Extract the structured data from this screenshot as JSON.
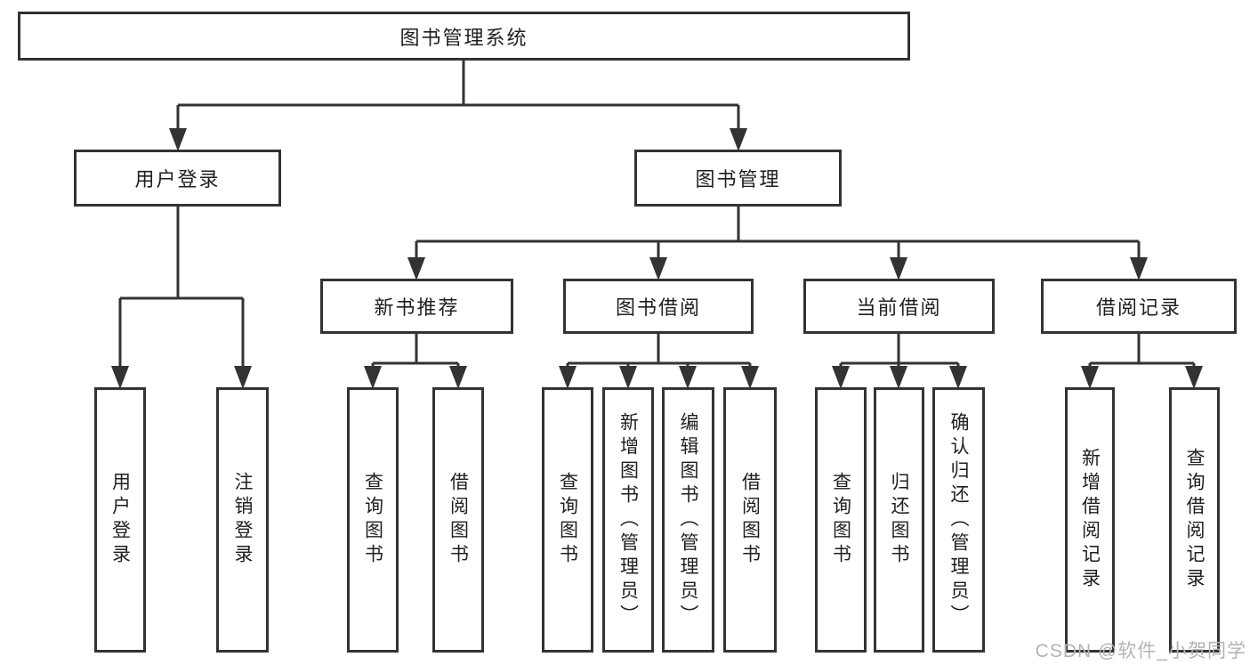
{
  "diagram": {
    "title": "图书管理系统",
    "level2": [
      "用户登录",
      "图书管理"
    ],
    "level3": [
      "新书推荐",
      "图书借阅",
      "当前借阅",
      "借阅记录"
    ],
    "leaves_user_login": [
      "用户登录",
      "注销登录"
    ],
    "leaves_new_books": [
      "查询图书",
      "借阅图书"
    ],
    "leaves_book_borrow": [
      "查询图书",
      "新增图书（管理员）",
      "编辑图书（管理员）",
      "借阅图书"
    ],
    "leaves_current_borrow": [
      "查询图书",
      "归还图书",
      "确认归还（管理员）"
    ],
    "leaves_borrow_records": [
      "新增借阅记录",
      "查询借阅记录"
    ]
  },
  "watermark": {
    "text": "CSDN @软件_小贺同学"
  },
  "colors": {
    "border": "#333333",
    "line": "#333333",
    "text": "#1f1f1f",
    "watermark": "#b3b3b3",
    "background": "#ffffff"
  }
}
